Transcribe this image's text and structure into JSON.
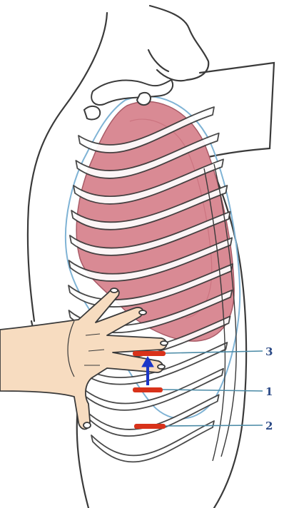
{
  "figure": {
    "labels": [
      "3",
      "1",
      "2"
    ]
  },
  "colors": {
    "outline": "#3a3a3a",
    "lung": "#d98a94",
    "lung_shade": "#c66b78",
    "pleura": "#7fb3d5",
    "marker": "#d8321a",
    "arrow": "#1b36c8",
    "leader": "#4a8aa6",
    "label": "#2c4a86",
    "skin": "#f7dcc0"
  }
}
